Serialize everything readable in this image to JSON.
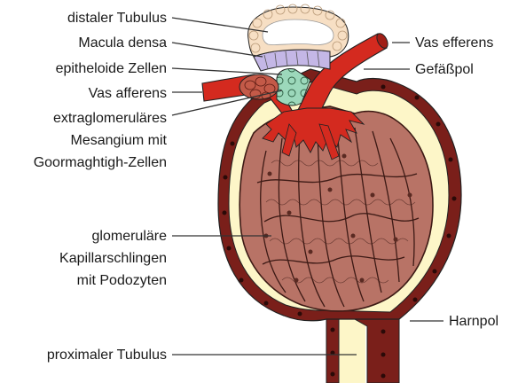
{
  "labels": {
    "distal_tubule": "distaler Tubulus",
    "macula_densa": "Macula densa",
    "epithelioid_cells": "epitheloide Zellen",
    "afferent_arteriole": "Vas afferens",
    "mesangium_line1": "extraglomeruläres",
    "mesangium_line2": "Mesangium mit",
    "mesangium_line3": "Goormaghtigh-Zellen",
    "capillary_line1": "glomeruläre",
    "capillary_line2": "Kapillarschlingen",
    "capillary_line3": "mit Podozyten",
    "proximal_tubule": "proximaler Tubulus",
    "efferent_arteriole": "Vas efferens",
    "vascular_pole": "Gefäßpol",
    "urinary_pole": "Harnpol"
  },
  "colors": {
    "capsule": "#7a1f1a",
    "capsule_nucleus": "#2a0a08",
    "bowman_space": "#fdf6c8",
    "glomerulus": "#b87366",
    "glomerulus_outline": "#3d1a15",
    "vessel": "#d42a1f",
    "distal_tubule_cells": "#f7dfc4",
    "macula_densa": "#c4b7e6",
    "epithelioid": "#9cd8bb",
    "outline": "#222222"
  }
}
